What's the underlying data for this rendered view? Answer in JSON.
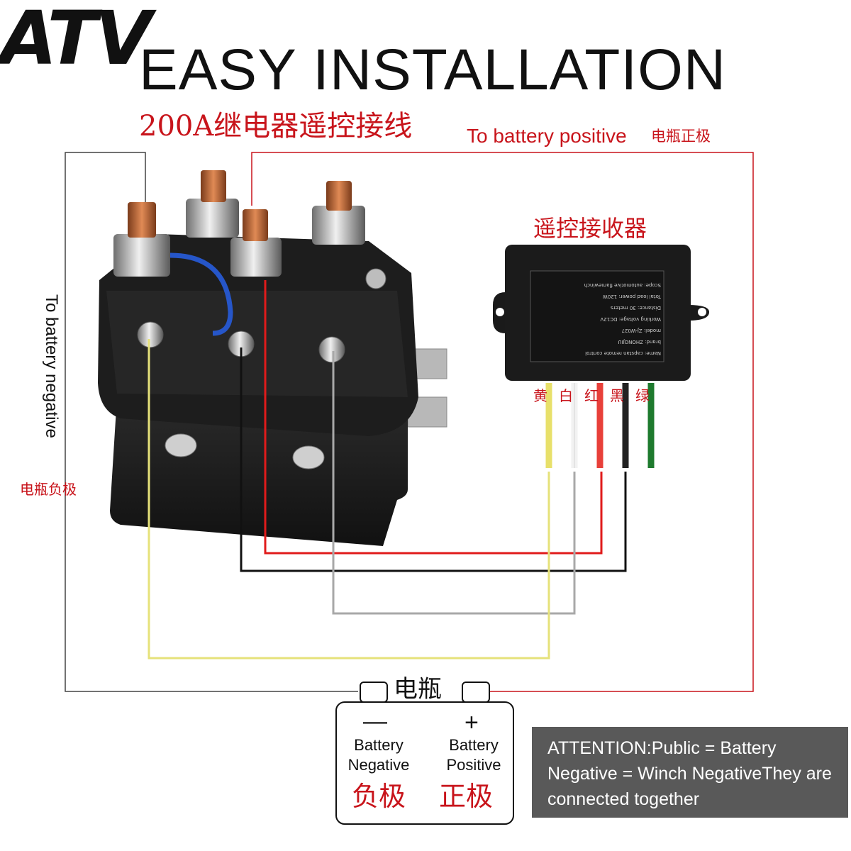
{
  "logo": "ATV",
  "title": "EASY INSTALLATION",
  "subtitle_cn": "200A继电器遥控接线",
  "battery_positive": {
    "en": "To battery positive",
    "cn": "电瓶正极"
  },
  "battery_negative": {
    "en": "To battery negative",
    "cn": "电瓶负极"
  },
  "receiver": {
    "title_cn": "遥控接收器",
    "label_lines": [
      "Name: capstan remote control",
      "brand:  ZHONGJIU",
      "model:  ZJ-W027",
      "Working voltage:  DC12V",
      "Distance: 30 meters",
      "Total load power:  120W",
      "Scope: automotive flamewinch"
    ]
  },
  "wire_colors_cn": [
    "黄",
    "白",
    "红",
    "黑",
    "绿"
  ],
  "wire_colors_hex": [
    "#e8e06a",
    "#f2f2f2",
    "#e8403a",
    "#222222",
    "#1e7a2e"
  ],
  "battery": {
    "title_cn": "电瓶",
    "negative": {
      "sign": "—",
      "label": "Battery\nNegative",
      "cn": "负极"
    },
    "positive": {
      "sign": "+",
      "label": "Battery\nPositive",
      "cn": "正极"
    }
  },
  "attention": "ATTENTION:Public = Battery Negative = Winch NegativeThey are connected together",
  "colors": {
    "accent_red": "#c8141b",
    "attention_bg": "#595959"
  }
}
